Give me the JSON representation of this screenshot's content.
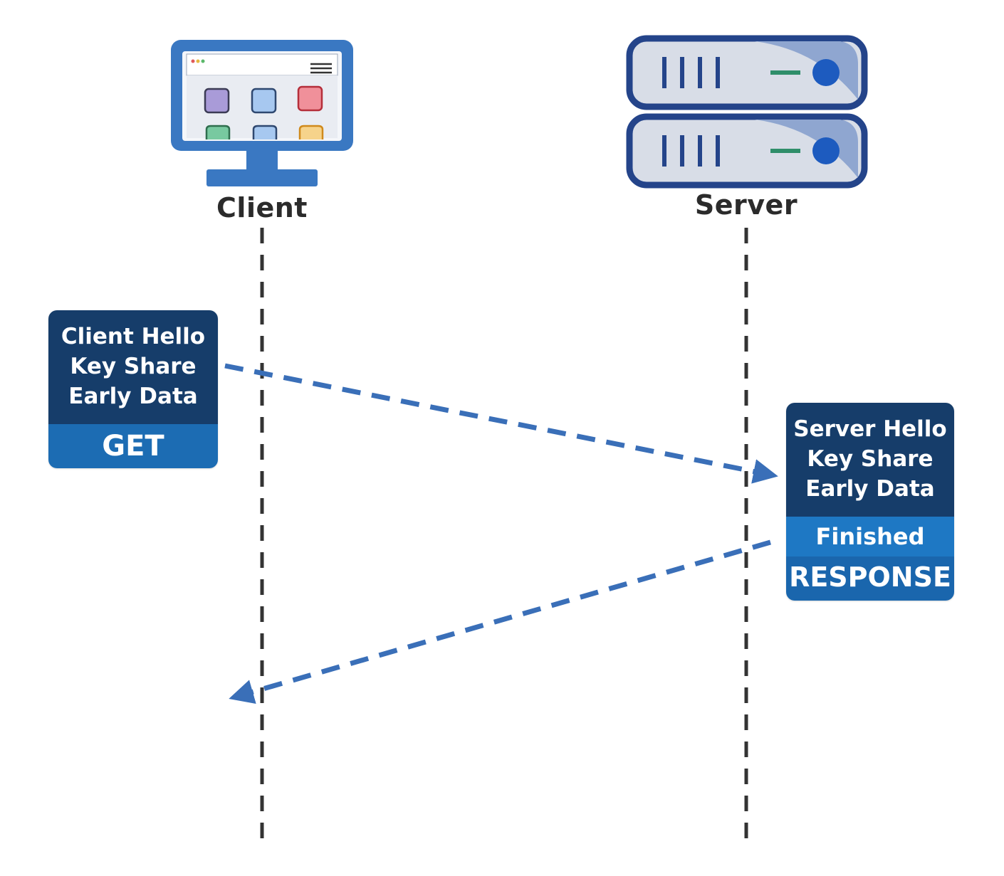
{
  "actors": {
    "client": {
      "label": "Client",
      "icon": "monitor-icon"
    },
    "server": {
      "label": "Server",
      "icon": "server-rack-icon"
    }
  },
  "messages": {
    "client_hello": {
      "lines": [
        "Client Hello",
        "Key Share",
        "Early Data"
      ],
      "band": "GET"
    },
    "server_hello": {
      "lines": [
        "Server Hello",
        "Key Share",
        "Early Data"
      ],
      "band_finished": "Finished",
      "band_response": "RESPONSE"
    }
  },
  "colors": {
    "dark_navy": "#163d6a",
    "accent_blue": "#1c6cb3",
    "arrow_blue": "#3a6fb8",
    "lifeline": "#333333"
  }
}
